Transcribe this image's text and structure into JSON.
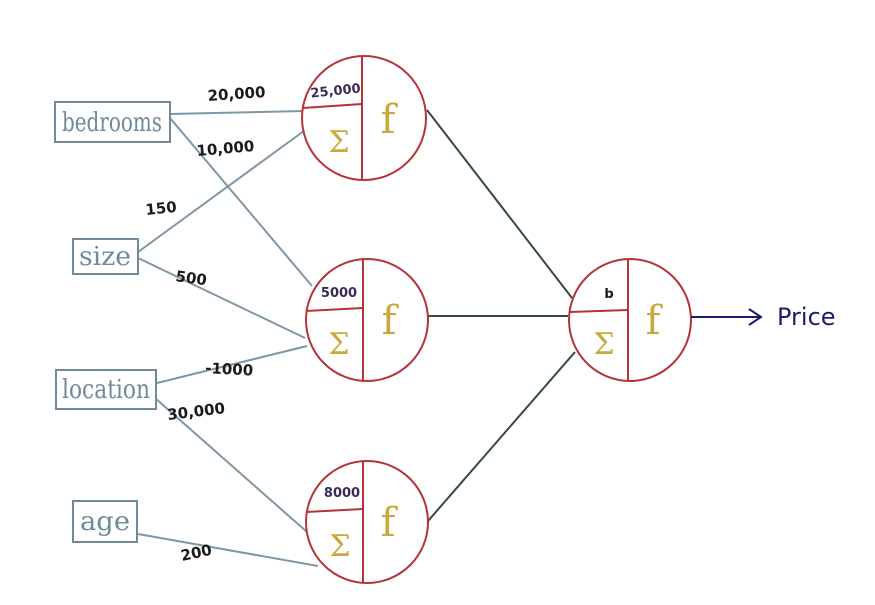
{
  "inputs": [
    "bedrooms",
    "size",
    "location",
    "age"
  ],
  "hidden": [
    {
      "bias": "25,000",
      "sum_symbol": "Σ",
      "func_symbol": "f"
    },
    {
      "bias": "5000",
      "sum_symbol": "Σ",
      "func_symbol": "f"
    },
    {
      "bias": "8000",
      "sum_symbol": "Σ",
      "func_symbol": "f"
    }
  ],
  "output_neuron": {
    "bias": "b",
    "sum_symbol": "Σ",
    "func_symbol": "f"
  },
  "output_label": "Price",
  "weights": [
    {
      "label": "20,000",
      "from": "bedrooms",
      "to": "hidden-1"
    },
    {
      "label": "10,000",
      "from": "bedrooms",
      "to": "hidden-2"
    },
    {
      "label": "150",
      "from": "size",
      "to": "hidden-1"
    },
    {
      "label": "500",
      "from": "size",
      "to": "hidden-2"
    },
    {
      "label": "-1000",
      "from": "location",
      "to": "hidden-2"
    },
    {
      "label": "30,000",
      "from": "location",
      "to": "hidden-3"
    },
    {
      "label": "200",
      "from": "age",
      "to": "hidden-3"
    }
  ],
  "colors": {
    "input_box": "#6f8a98",
    "input_edge": "#7d97a5",
    "neuron_stroke": "#b5343a",
    "hidden_edge": "#34484a",
    "symbol": "#c9a93a",
    "weight_text": "#1a1a1a",
    "bias_text": "#3a2a55",
    "output_arrow": "#1c1c6e"
  }
}
